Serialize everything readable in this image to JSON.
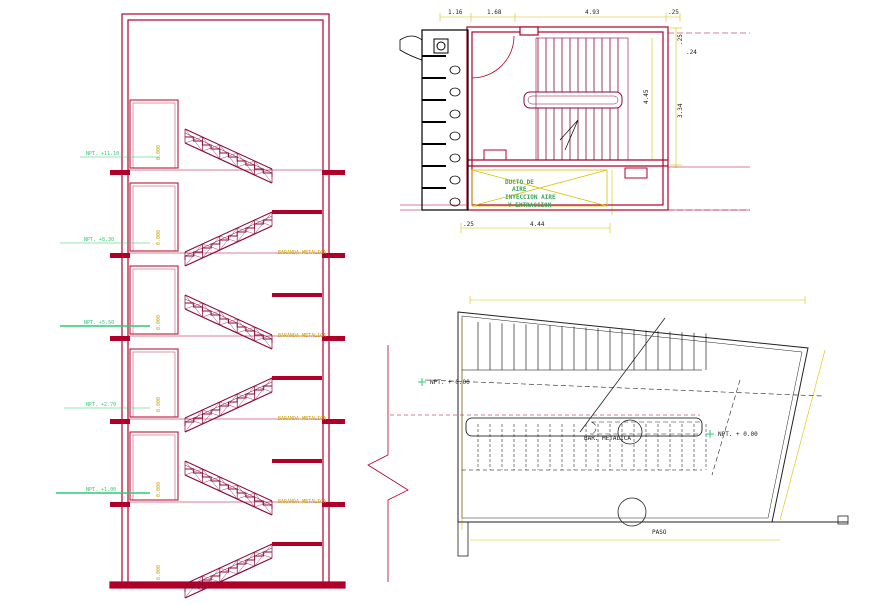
{
  "colors": {
    "wall": "#b0002a",
    "stair": "#8a0a3a",
    "dimension": "#d4c300",
    "level_text": "#2ecc71",
    "annotation": "#c8a000",
    "black": "#000000",
    "background": "#ffffff"
  },
  "section": {
    "level_labels": [
      "NPT. +11.10",
      "NPT. +8.30",
      "NPT. +5.50",
      "NPT. +2.70",
      "NPT. +1.00"
    ],
    "door_labels": [
      "0.000",
      "0.000",
      "0.000",
      "0.000",
      "0.000",
      "0.000"
    ],
    "handrail_labels": [
      "BARANDA METALICA",
      "BARANDA METALICA",
      "BARANDA METALICA",
      "BARANDA METALICA"
    ]
  },
  "plan": {
    "dims_top": [
      "1.16",
      "1.68",
      "4.93",
      ".25"
    ],
    "dims_right": [
      "4.45",
      "3.34",
      ".24",
      ".25"
    ],
    "dims_bottom": [
      "4.44"
    ],
    "dims_left": [
      ".25"
    ],
    "duct_label_lines": [
      "DUCTO DE",
      "AIRE",
      "INYECCION AIRE",
      "Y EXTRACCION"
    ]
  },
  "detail": {
    "labels": [
      "NPT. + 0.00",
      "NPT. + 0.00",
      "BAR. METALICA"
    ],
    "bottom_label": "PASO"
  }
}
